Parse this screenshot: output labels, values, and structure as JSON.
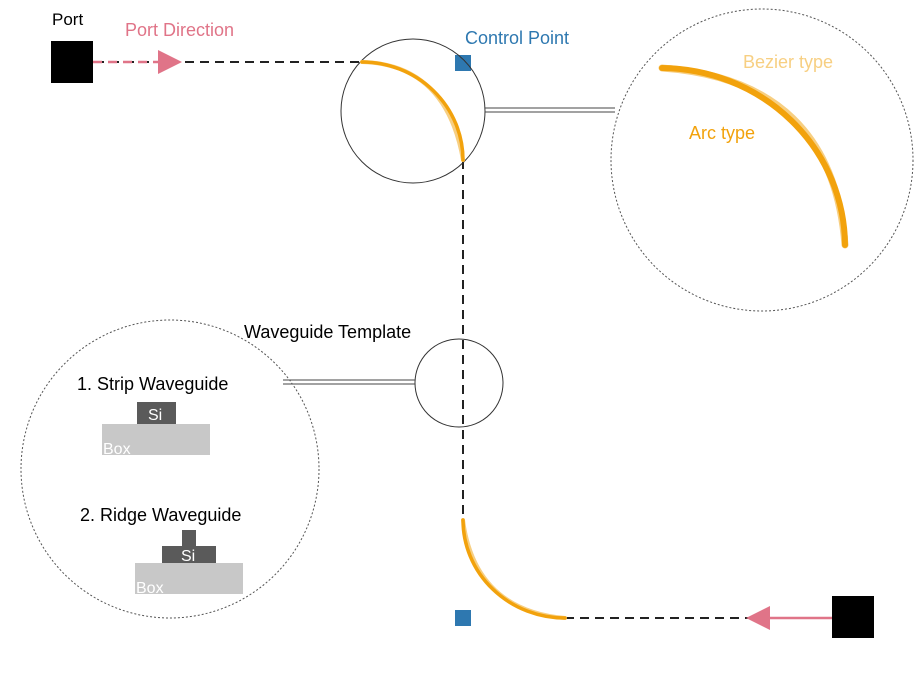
{
  "labels": {
    "port": "Port",
    "port_direction": "Port Direction",
    "control_point": "Control Point",
    "bezier_type": "Bezier type",
    "arc_type": "Arc type",
    "waveguide_template": "Waveguide Template",
    "strip_waveguide": "1. Strip Waveguide",
    "ridge_waveguide": "2. Ridge Waveguide",
    "si": "Si",
    "box": "Box"
  },
  "colors": {
    "port_direction": "#e07488",
    "control_point": "#2e78b0",
    "arc": "#f2a20c",
    "bezier": "#f7cf82",
    "si_block": "#5a5a5a",
    "box_block": "#c8c8c8",
    "port_square": "#000000",
    "dashed_path": "#222222"
  }
}
